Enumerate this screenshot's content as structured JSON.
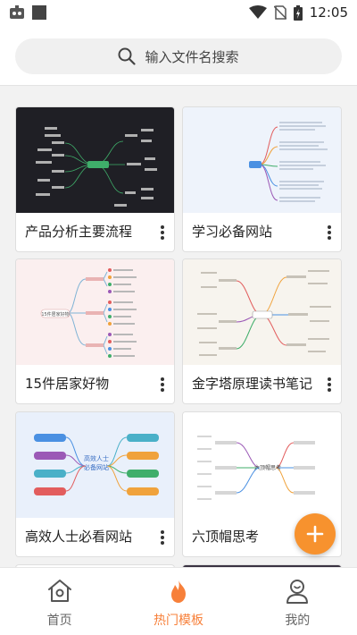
{
  "status_bar": {
    "time": "12:05",
    "icons": [
      "app-notification-icon",
      "square-notification-icon",
      "wifi-icon",
      "no-sim-icon",
      "battery-charging-icon"
    ]
  },
  "search": {
    "placeholder": "输入文件名搜索",
    "icon": "search-icon"
  },
  "templates": [
    {
      "title": "产品分析主要流程",
      "thumbnail_theme": "dark"
    },
    {
      "title": "学习必备网站",
      "thumbnail_theme": "light-blue"
    },
    {
      "title": "15件居家好物",
      "thumbnail_theme": "pink"
    },
    {
      "title": "金字塔原理读书笔记",
      "thumbnail_theme": "beige"
    },
    {
      "title": "高效人士必看网站",
      "thumbnail_theme": "light-blue"
    },
    {
      "title": "六顶帽思考",
      "thumbnail_theme": "white"
    }
  ],
  "thumbnail_labels": {
    "center_2": "15件居家好物",
    "center_4_line1": "高效人士",
    "center_4_line2": "必备网站",
    "center_5": "六顶帽思考"
  },
  "fab": {
    "icon": "plus-icon",
    "color": "#f7922e"
  },
  "bottom_nav": [
    {
      "label": "首页",
      "icon": "home-icon",
      "active": false
    },
    {
      "label": "热门模板",
      "icon": "flame-icon",
      "active": true
    },
    {
      "label": "我的",
      "icon": "user-icon",
      "active": false
    }
  ],
  "colors": {
    "accent": "#f7803a",
    "fab": "#f7922e",
    "search_bg": "#f0f0f0",
    "page_bg": "#f2f2f2"
  }
}
